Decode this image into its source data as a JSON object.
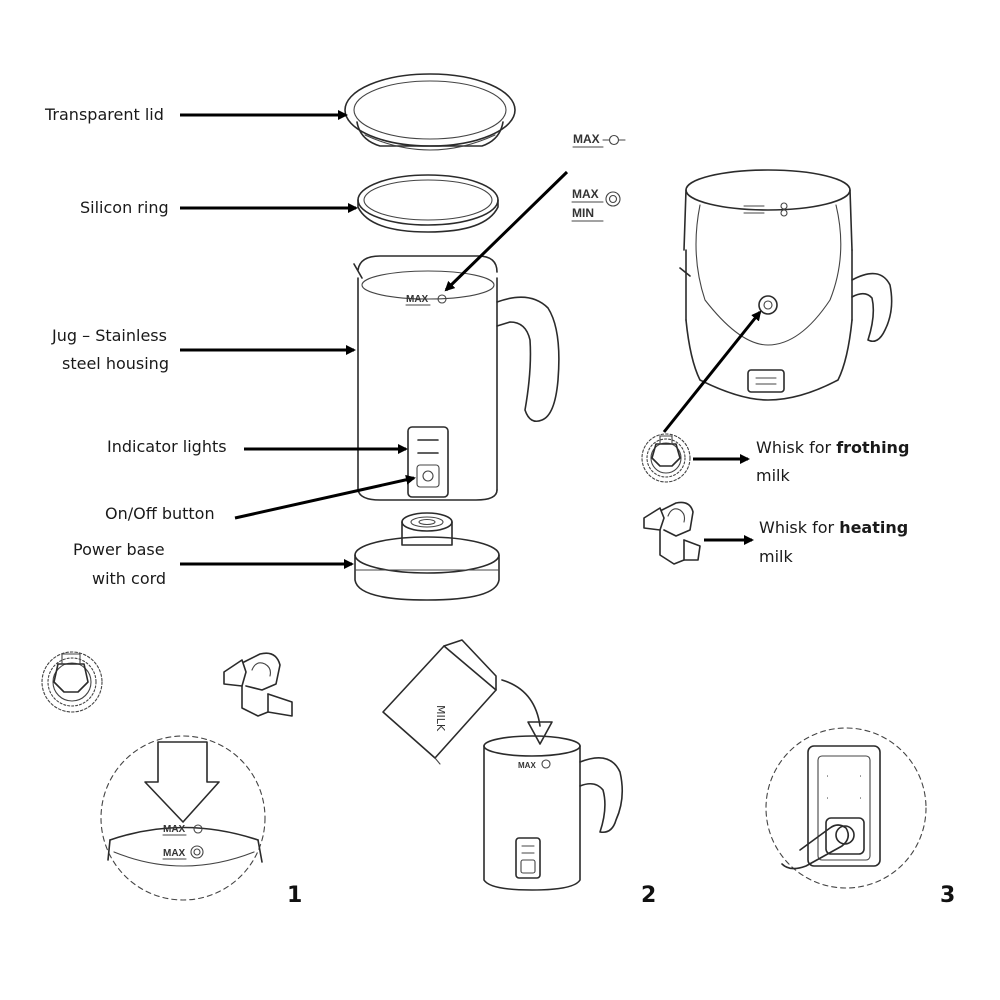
{
  "callouts": {
    "lid": "Transparent lid",
    "ring": "Silicon ring",
    "jug_line1": "Jug – Stainless",
    "jug_line2": "steel housing",
    "indicator": "Indicator lights",
    "onoff": "On/Off button",
    "base_line1": "Power base",
    "base_line2": "with cord"
  },
  "markings": {
    "max": "MAX",
    "min": "MIN"
  },
  "whisks": {
    "frothing": {
      "prefix": "Whisk for ",
      "bold": "frothing",
      "line2": "milk"
    },
    "heating": {
      "prefix": "Whisk for ",
      "bold": "heating",
      "line2": "milk"
    }
  },
  "carton_text": "MILK",
  "steps": [
    "1",
    "2",
    "3"
  ]
}
